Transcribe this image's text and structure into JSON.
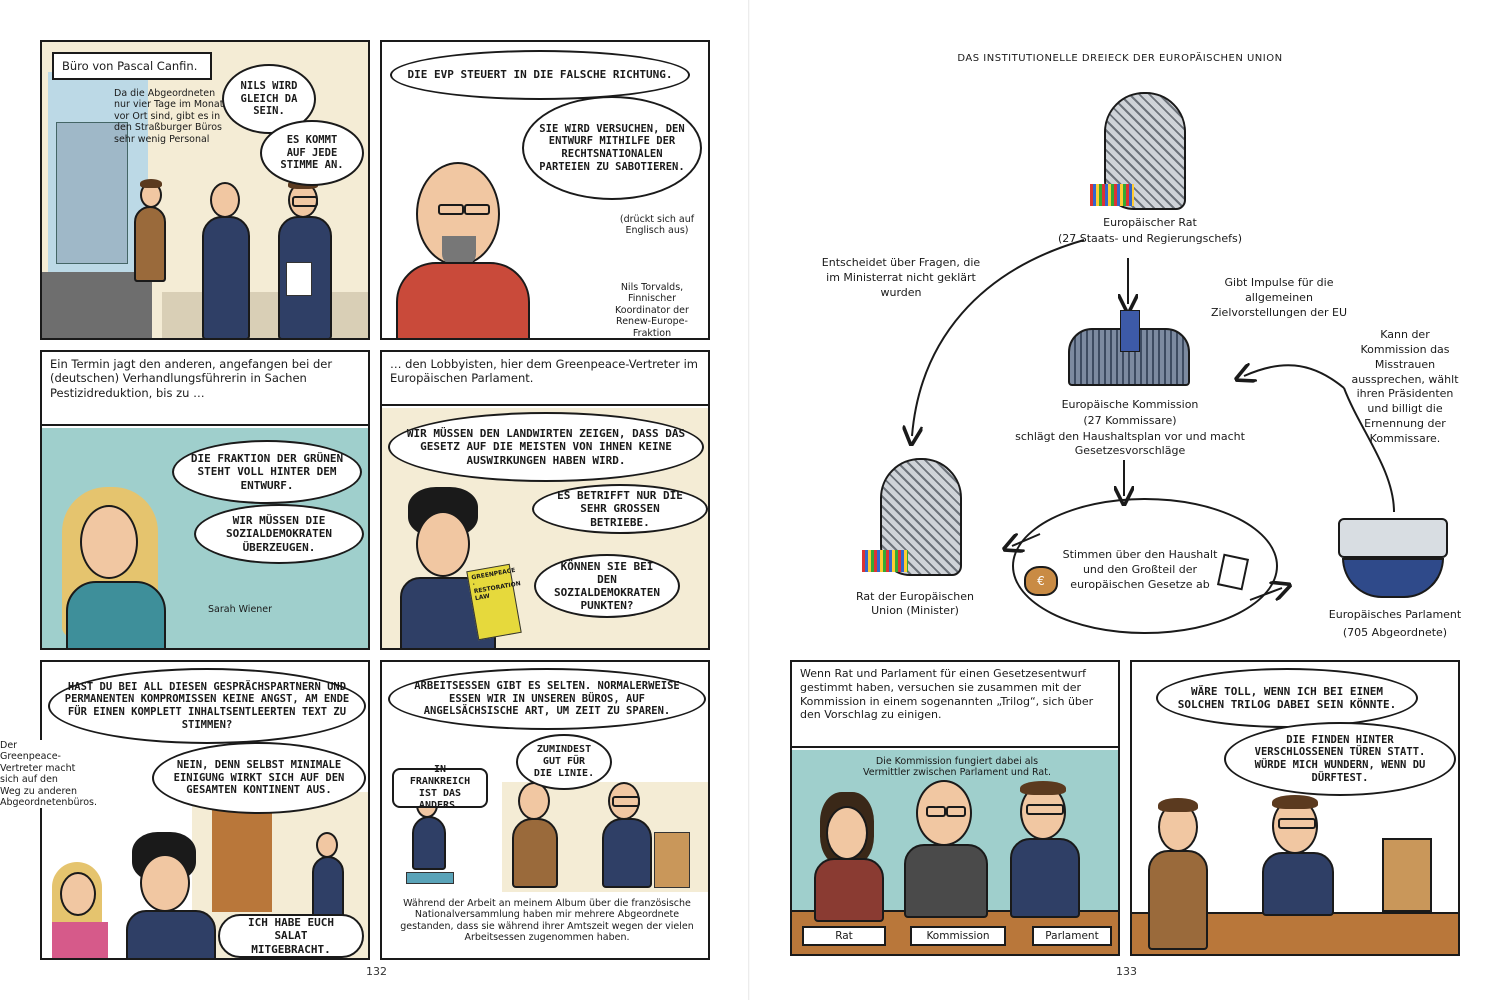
{
  "left_page": {
    "page_number": "132",
    "panel1": {
      "caption_title": "Büro von Pascal Canfin.",
      "caption_note": "Da die Abgeordneten nur vier Tage im Monat vor Ort sind, gibt es in den Straßburger Büros sehr wenig Personal",
      "balloon1": "Nils wird gleich da sein.",
      "balloon2": "Es kommt auf jede Stimme an."
    },
    "panel2": {
      "balloon1": "Die EVP steuert in die falsche Richtung.",
      "balloon2": "Sie wird versuchen, den Entwurf mithilfe der rechtsnationalen Parteien zu sabotieren.",
      "note_english": "(drückt sich auf Englisch aus)",
      "note_person": "Nils Torvalds, Finnischer Koordinator der Renew-Europe-Fraktion"
    },
    "panel3": {
      "caption": "Ein Termin jagt den anderen, angefangen bei der (deutschen) Verhandlungsführerin in Sachen Pestizidreduktion, bis zu …",
      "balloon1": "Die Fraktion der Grünen steht voll hinter dem Entwurf.",
      "balloon2": "Wir müssen die Sozialdemokraten überzeugen.",
      "note_person": "Sarah Wiener"
    },
    "panel4": {
      "caption": "… den Lobbyisten, hier dem Greenpeace-Vertreter im Europäischen Parlament.",
      "balloon1": "Wir müssen den Landwirten zeigen, dass das Gesetz auf die meisten von ihnen keine Auswirkungen haben wird.",
      "balloon2": "Es betrifft nur die sehr großen Betriebe.",
      "balloon3": "Können Sie bei den Sozialdemokraten punkten?",
      "flyer_text": "GREENPEACE · RESTORATION LAW"
    },
    "panel5": {
      "balloon1": "Hast du bei all diesen Gesprächspartnern und permanenten Kompromissen keine Angst, am Ende für einen komplett inhaltsentleerten Text zu stimmen?",
      "balloon2": "Nein, denn selbst minimale Einigung wirkt sich auf den gesamten Kontinent aus.",
      "balloon3": "Ich habe euch Salat mitgebracht.",
      "note_side": "Der Greenpeace-Vertreter macht sich auf den Weg zu anderen Abgeordnetenbüros."
    },
    "panel6": {
      "balloon1": "Arbeitsessen gibt es selten. Normalerweise essen wir in unseren Büros, auf angelsächsische Art, um Zeit zu sparen.",
      "balloon2": "Zumindest gut für die Linie.",
      "balloon3": "In Frankreich ist das anders.",
      "note_bottom": "Während der Arbeit an meinem Album über die französische Nationalversammlung haben mir mehrere Abgeordnete gestanden, dass sie während ihrer Amtszeit wegen der vielen Arbeitsessen zugenommen haben."
    }
  },
  "right_page": {
    "page_number": "133",
    "diagram": {
      "title": "Das institutionelle Dreieck der Europäischen Union",
      "council_label": "Europäischer Rat",
      "council_sub": "(27 Staats- und Regierungschefs)",
      "commission_label": "Europäische Kommission",
      "commission_sub": "(27 Kommissare)",
      "commission_role": "schlägt den Haushaltsplan vor und macht Gesetzesvorschläge",
      "council_eu_label": "Rat der Europäischen Union (Minister)",
      "parliament_label": "Europäisches Parlament",
      "parliament_sub": "(705 Abgeordnete)",
      "left_text": "Entscheidet über Fragen, die im Ministerrat nicht geklärt wurden",
      "top_right_text": "Gibt Impulse für die allgemeinen Zielvorstellungen der EU",
      "right_text": "Kann der Kommission das Misstrauen aussprechen, wählt ihren Präsidenten und billigt die Ernennung der Kommissare.",
      "bottom_text": "Stimmen über den Haushalt und den Großteil der europäischen Gesetze ab"
    },
    "panel7": {
      "caption": "Wenn Rat und Parlament für einen Gesetzesentwurf gestimmt haben, versuchen sie zusammen mit der Kommission in einem sogenannten „Trilog“, sich über den Vorschlag zu einigen.",
      "note_top": "Die Kommission fungiert dabei als Vermittler zwischen Parlament und Rat.",
      "label_rat": "Rat",
      "label_kommission": "Kommission",
      "label_parlament": "Parlament"
    },
    "panel8": {
      "balloon1": "Wäre toll, wenn ich bei einem solchen Trilog dabei sein könnte.",
      "balloon2": "Die finden hinter verschlossenen Türen statt. Würde mich wundern, wenn du dürftest."
    }
  },
  "colors": {
    "cream": "#f4ecd5",
    "teal": "#9fcfcc",
    "suit_blue": "#2f3f66",
    "sweater_red": "#c94a3a"
  }
}
